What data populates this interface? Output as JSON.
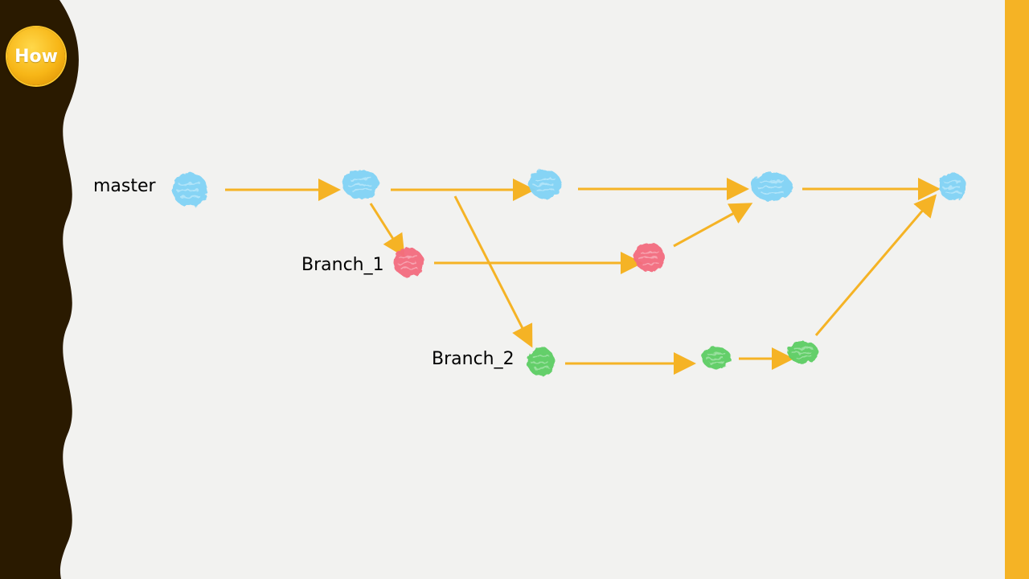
{
  "badge": {
    "label": "How"
  },
  "colors": {
    "background": "#f2f2f0",
    "left_band": "#2a1a00",
    "right_bar": "#f5b325",
    "arrow": "#f5b325",
    "master_commit": "#7fd3f5",
    "branch_1_commit": "#f26b7e",
    "branch_2_commit": "#5ccd63"
  },
  "branches": [
    {
      "id": "master",
      "label": "master",
      "color_key": "master_commit"
    },
    {
      "id": "branch_1",
      "label": "Branch_1",
      "color_key": "branch_1_commit"
    },
    {
      "id": "branch_2",
      "label": "Branch_2",
      "color_key": "branch_2_commit"
    }
  ],
  "commits": [
    {
      "id": "m1",
      "branch": "master"
    },
    {
      "id": "m2",
      "branch": "master"
    },
    {
      "id": "m3",
      "branch": "master"
    },
    {
      "id": "m4",
      "branch": "master"
    },
    {
      "id": "m5",
      "branch": "master"
    },
    {
      "id": "b1a",
      "branch": "branch_1"
    },
    {
      "id": "b1b",
      "branch": "branch_1"
    },
    {
      "id": "b2a",
      "branch": "branch_2"
    },
    {
      "id": "b2b",
      "branch": "branch_2"
    },
    {
      "id": "b2c",
      "branch": "branch_2"
    }
  ],
  "edges": [
    {
      "from": "m1",
      "to": "m2"
    },
    {
      "from": "m2",
      "to": "m3"
    },
    {
      "from": "m3",
      "to": "m4"
    },
    {
      "from": "m4",
      "to": "m5"
    },
    {
      "from": "m2",
      "to": "b1a"
    },
    {
      "from": "b1a",
      "to": "b1b"
    },
    {
      "from": "b1b",
      "to": "m4"
    },
    {
      "from": "m2",
      "to": "b2a"
    },
    {
      "from": "b2a",
      "to": "b2b"
    },
    {
      "from": "b2b",
      "to": "b2c"
    },
    {
      "from": "b2c",
      "to": "m5"
    }
  ]
}
